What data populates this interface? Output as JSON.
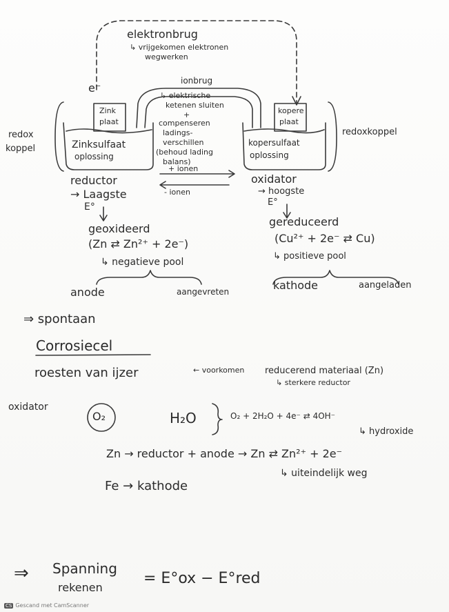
{
  "diagram": {
    "bridge_title": "elektronbrug",
    "bridge_note_line1": "↳ vrijgekomen elektronen",
    "bridge_note_line2": "wegwerken",
    "e_label": "e⁻",
    "ion_bridge": "ionbrug",
    "ion_note1": "↳ elektrische",
    "ion_note2": "ketenen sluiten",
    "ion_note3": "+",
    "ion_note4": "compenseren",
    "ion_note5": "ladings-",
    "ion_note6": "verschillen",
    "ion_note7": "(behoud lading",
    "ion_note8": "balans)",
    "plus_ions": "+ ionen",
    "minus_ions": "- ionen",
    "left_plate": [
      "Zink",
      "plaat"
    ],
    "left_solution": [
      "Zinksulfaat",
      "oplossing"
    ],
    "right_plate": [
      "kopere",
      "plaat"
    ],
    "right_solution": [
      "kopersulfaat",
      "oplossing"
    ],
    "redox_left": [
      "redox",
      "koppel"
    ],
    "redox_right": "redoxkoppel",
    "reductor": "reductor",
    "lowest": "→ Laagste",
    "e0_left": "E°",
    "oxidized": "geoxideerd",
    "eq_left": "(Zn ⇄ Zn²⁺ + 2e⁻)",
    "negative_pole": "↳ negatieve pool",
    "anode": "anode",
    "attacked": "aangevreten",
    "oxidator": "oxidator",
    "highest": "→ hoogste",
    "e0_right": "E°",
    "reduced": "gereduceerd",
    "eq_right": "(Cu²⁺ + 2e⁻ ⇄ Cu)",
    "positive_pole": "↳ positieve pool",
    "cathode": "kathode",
    "deposited": "aangeladen"
  },
  "notes": {
    "spontaneous": "⇒ spontaan",
    "heading": "Corrosiecel",
    "rust_line": "roesten van ijzer",
    "prevent": "← voorkomen",
    "reducing_material": "reducerend materiaal (Zn)",
    "stronger_reductor": "↳ sterkere reductor",
    "oxidator_label": "oxidator",
    "o2": "O₂",
    "water": "H₂O",
    "reaction": "O₂ + 2H₂O + 4e⁻ ⇄ 4OH⁻",
    "hydroxide": "↳ hydroxide",
    "zn_line": "Zn → reductor + anode → Zn ⇄ Zn²⁺ + 2e⁻",
    "dissolves": "↳ uiteindelijk weg",
    "fe_line": "Fe → kathode",
    "voltage_arrow": "⇒",
    "voltage_word1": "Spanning",
    "voltage_word2": "rekenen",
    "voltage_formula": "= E°ox − E°red"
  },
  "footer": {
    "logo": "CS",
    "text": "Gescand met CamScanner"
  }
}
